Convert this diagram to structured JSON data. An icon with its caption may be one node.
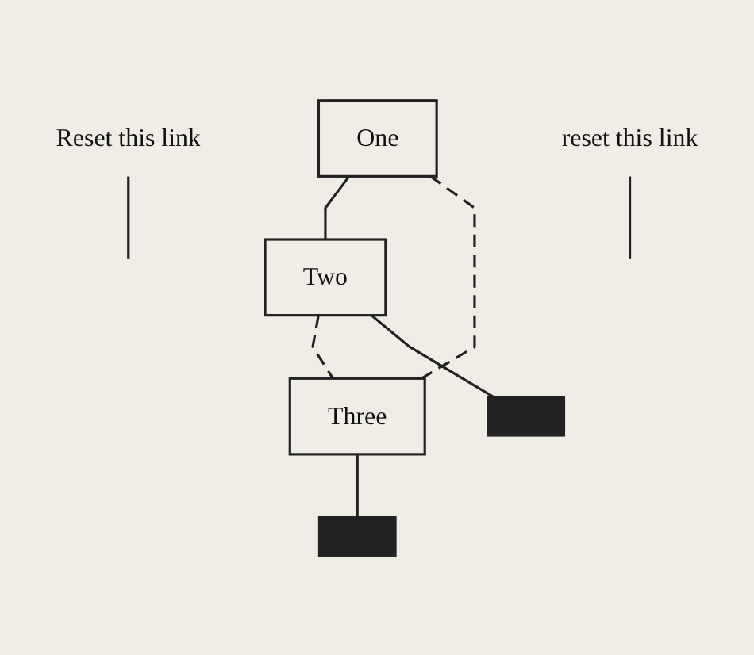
{
  "diagram": {
    "nodes": [
      {
        "text": [
          "One"
        ]
      },
      {
        "text": [
          "Two"
        ]
      },
      {
        "text": [
          "Three"
        ]
      },
      {
        "text": [
          "Reset this link"
        ]
      },
      {
        "text": [
          "reset this link"
        ]
      },
      {
        "text": [],
        "shape": "ground"
      },
      {
        "text": [],
        "shape": "ground"
      }
    ],
    "edges": [
      {
        "from": 0,
        "to": 1,
        "arrow": "none"
      },
      {
        "from": 0,
        "to": 2,
        "arrow": "none",
        "style": "dashed"
      },
      {
        "from": 1,
        "to": 2,
        "arrow": "none",
        "style": "dashed"
      },
      {
        "from": 2,
        "to": 5,
        "arrow": "none"
      },
      {
        "from": 1,
        "to": 6,
        "arrow": "none"
      },
      {
        "from": 3,
        "to": null,
        "arrow": "none"
      },
      {
        "from": 4,
        "to": null,
        "arrow": "none"
      }
    ]
  }
}
